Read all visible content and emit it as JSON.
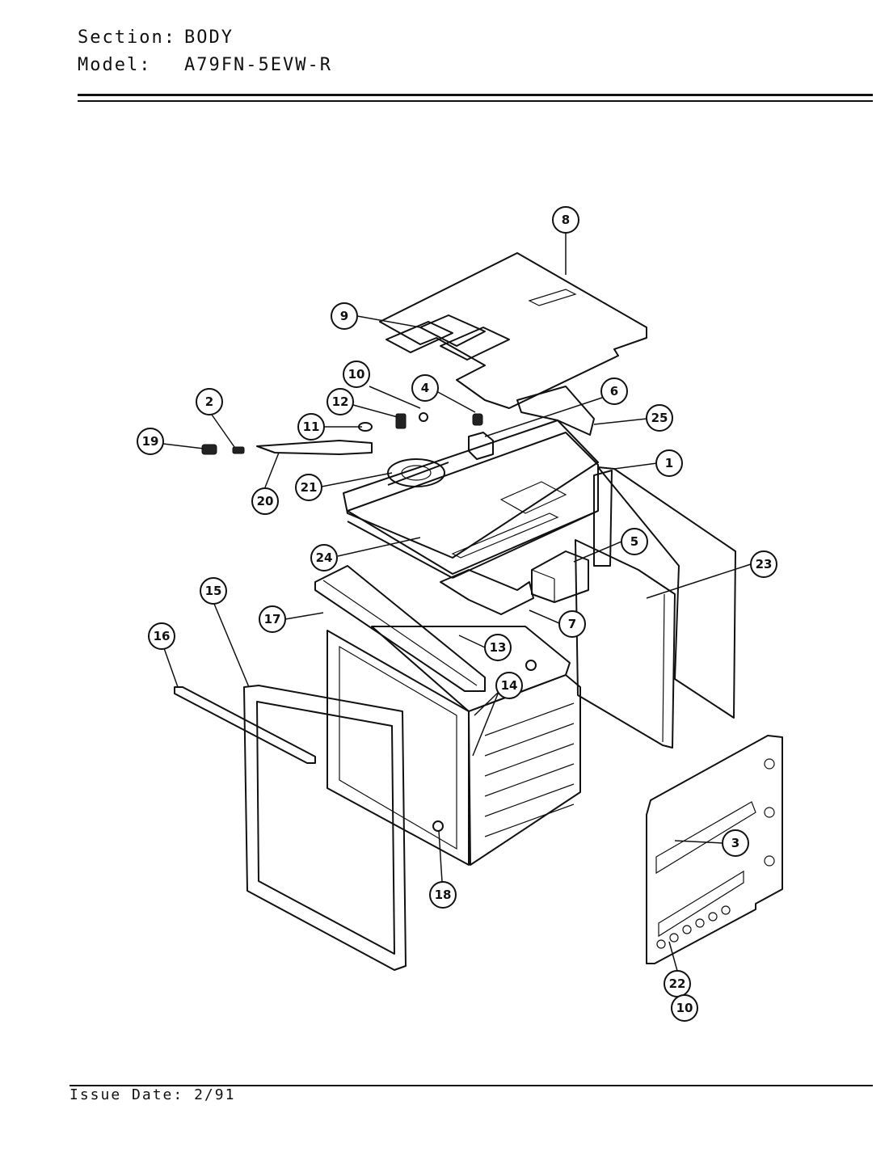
{
  "header": {
    "section_label": "Section:",
    "section_value": "BODY",
    "model_label": "Model:",
    "model_value": "A79FN-5EVW-R"
  },
  "footer": {
    "issue_label": "Issue Date:",
    "issue_value": "2/91"
  },
  "callouts": [
    {
      "id": "c8",
      "label": "8"
    },
    {
      "id": "c9",
      "label": "9"
    },
    {
      "id": "c10a",
      "label": "10"
    },
    {
      "id": "c4",
      "label": "4"
    },
    {
      "id": "c6",
      "label": "6"
    },
    {
      "id": "c25",
      "label": "25"
    },
    {
      "id": "c2",
      "label": "2"
    },
    {
      "id": "c12",
      "label": "12"
    },
    {
      "id": "c11",
      "label": "11"
    },
    {
      "id": "c19",
      "label": "19"
    },
    {
      "id": "c1",
      "label": "1"
    },
    {
      "id": "c21",
      "label": "21"
    },
    {
      "id": "c20",
      "label": "20"
    },
    {
      "id": "c5",
      "label": "5"
    },
    {
      "id": "c24",
      "label": "24"
    },
    {
      "id": "c23",
      "label": "23"
    },
    {
      "id": "c15",
      "label": "15"
    },
    {
      "id": "c17",
      "label": "17"
    },
    {
      "id": "c7",
      "label": "7"
    },
    {
      "id": "c16",
      "label": "16"
    },
    {
      "id": "c13",
      "label": "13"
    },
    {
      "id": "c14",
      "label": "14"
    },
    {
      "id": "c3",
      "label": "3"
    },
    {
      "id": "c18",
      "label": "18"
    },
    {
      "id": "c22",
      "label": "22"
    },
    {
      "id": "c10b",
      "label": "10"
    }
  ]
}
